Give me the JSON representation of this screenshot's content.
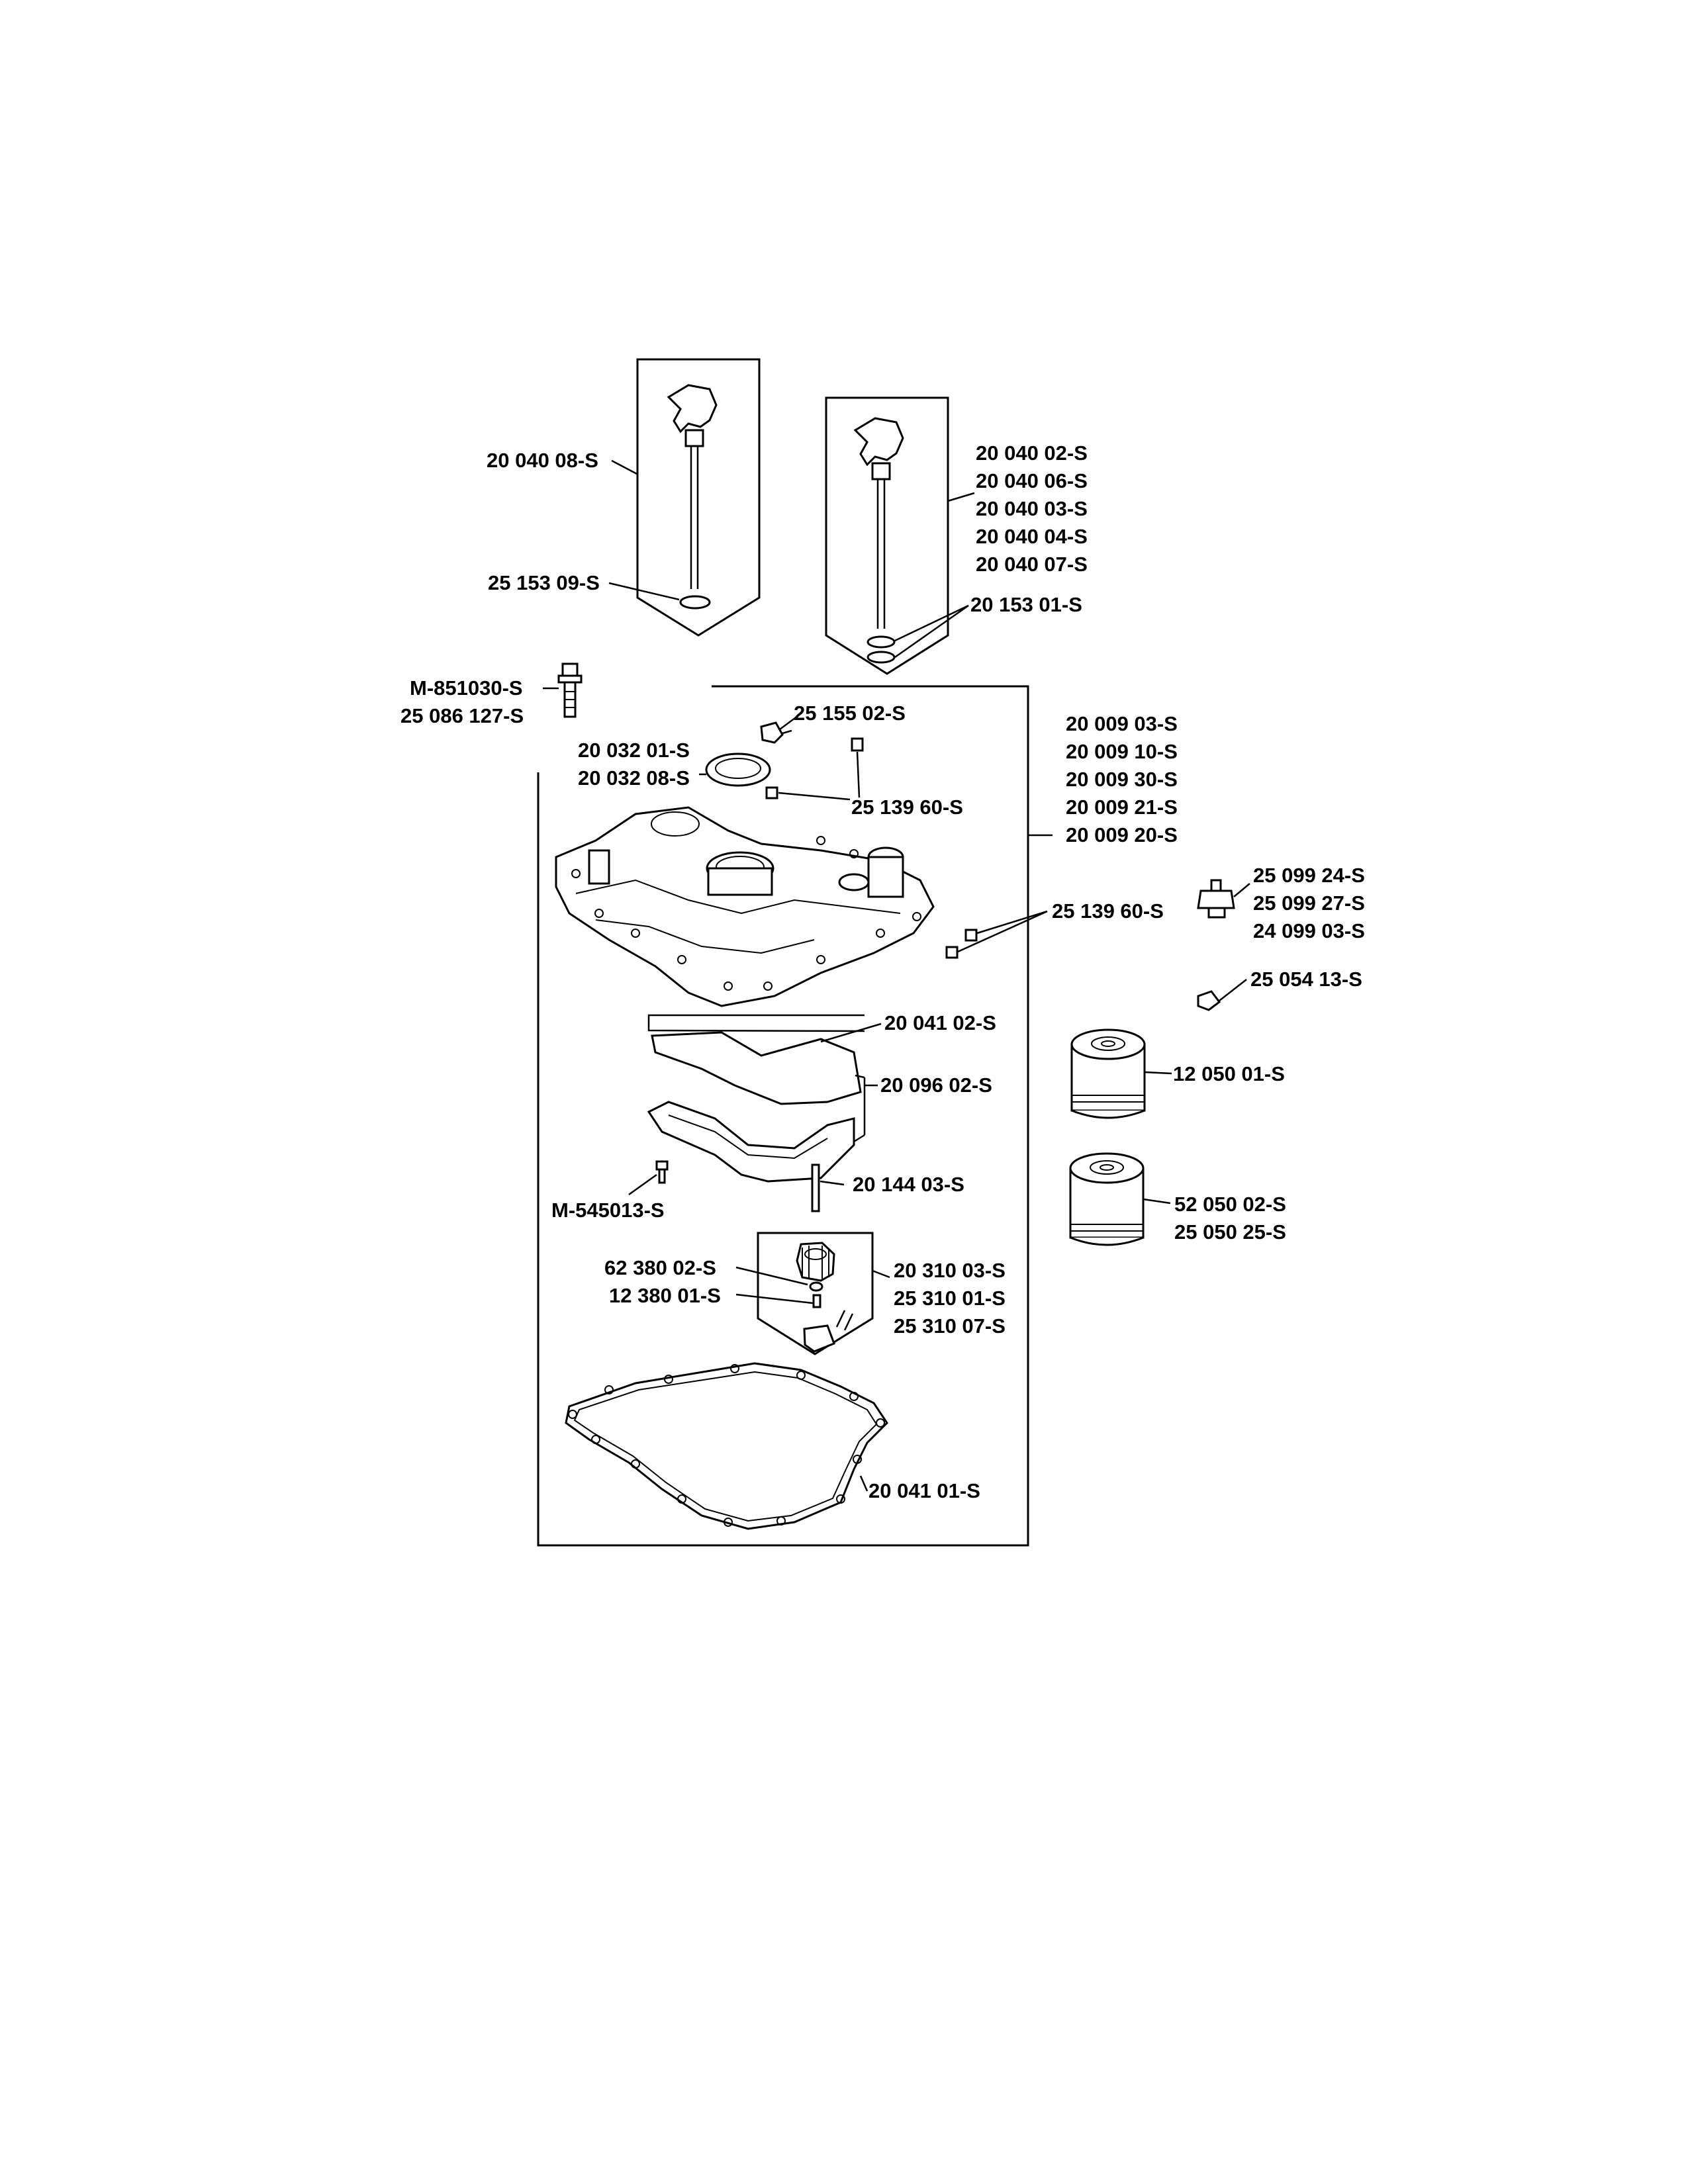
{
  "labels": {
    "dipstick_a": "20 040 08-S",
    "oring_a": "25 153 09-S",
    "dipstick_b_1": "20 040 02-S",
    "dipstick_b_2": "20 040 06-S",
    "dipstick_b_3": "20 040 03-S",
    "dipstick_b_4": "20 040 04-S",
    "dipstick_b_5": "20 040 07-S",
    "oring_b": "20 153 01-S",
    "bolt_1": "M-851030-S",
    "bolt_2": "25 086 127-S",
    "fitting": "25 155 02-S",
    "seal_1": "20 032 01-S",
    "seal_2": "20 032 08-S",
    "plug_top": "25 139 60-S",
    "cover_1": "20 009 03-S",
    "cover_2": "20 009 10-S",
    "cover_3": "20 009 30-S",
    "cover_4": "20 009 21-S",
    "cover_5": "20 009 20-S",
    "plug_right": "25 139 60-S",
    "sender_1": "25 099 24-S",
    "sender_2": "25 099 27-S",
    "sender_3": "24 099 03-S",
    "nipple": "25 054 13-S",
    "filter_a": "12 050 01-S",
    "filter_b_1": "52 050 02-S",
    "filter_b_2": "25 050 25-S",
    "gasket_plate": "20 041 02-S",
    "plate": "20 096 02-S",
    "screw": "M-545013-S",
    "pin": "20 144 03-S",
    "washer": "62 380 02-S",
    "spacer": "12 380 01-S",
    "pump_1": "20 310 03-S",
    "pump_2": "25 310 01-S",
    "pump_3": "25 310 07-S",
    "gasket_main": "20 041 01-S"
  }
}
